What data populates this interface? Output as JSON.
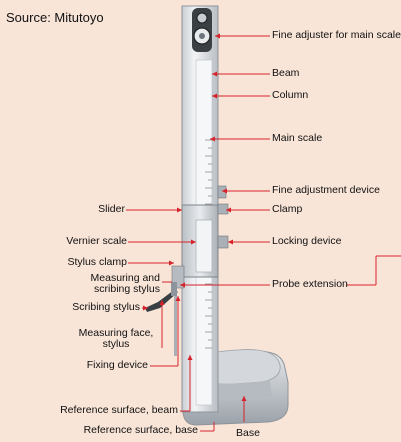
{
  "source": "Source: Mitutoyo",
  "colors": {
    "background": "#f9e5d8",
    "leader": "#d6222a",
    "steel_light": "#eef0f2",
    "steel_mid": "#c9ced3",
    "steel_dark": "#8d949b"
  },
  "labels": {
    "fine_adjuster_main_scale": "Fine adjuster for main scale",
    "beam": "Beam",
    "column": "Column",
    "main_scale": "Main scale",
    "fine_adjustment_device": "Fine adjustment device",
    "clamp": "Clamp",
    "slider": "Slider",
    "locking_device": "Locking device",
    "vernier_scale": "Vernier scale",
    "stylus_clamp": "Stylus clamp",
    "measuring_and_scribing_stylus": "Measuring and\nscribing stylus",
    "probe_extension": "Probe extension",
    "scribing_stylus": "Scribing stylus",
    "measuring_face_stylus": "Measuring face,\nstylus",
    "fixing_device": "Fixing device",
    "reference_surface_beam": "Reference surface, beam",
    "reference_surface_base": "Reference surface, base",
    "base": "Base"
  },
  "icons": {
    "height_gauge": "height-gauge-illustration"
  }
}
